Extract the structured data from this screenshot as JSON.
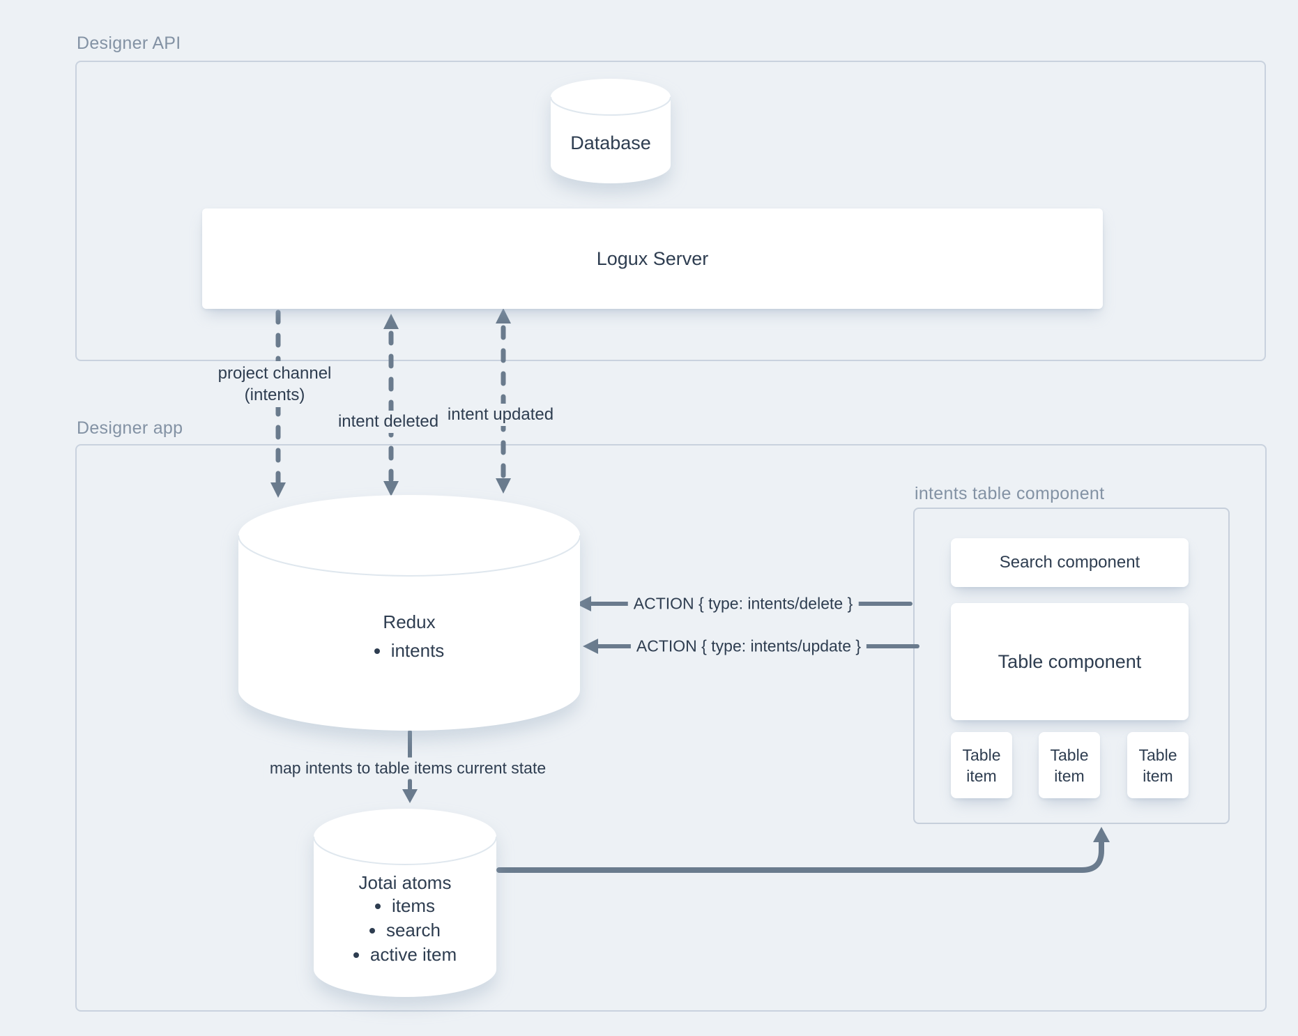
{
  "diagram": {
    "regions": {
      "designer_api": "Designer API",
      "designer_app": "Designer app",
      "intents_table": "intents table component"
    },
    "nodes": {
      "database": "Database",
      "logux_server": "Logux Server",
      "redux_title": "Redux",
      "redux_items": [
        "intents"
      ],
      "jotai_title": "Jotai atoms",
      "jotai_items": [
        "items",
        "search",
        "active item"
      ],
      "search_component": "Search component",
      "table_component": "Table component",
      "table_items": [
        "Table item",
        "Table item",
        "Table item"
      ]
    },
    "edges": {
      "project_channel_line1": "project channel",
      "project_channel_line2": "(intents)",
      "intent_deleted": "intent deleted",
      "intent_updated": "intent updated",
      "action_delete": "ACTION { type: intents/delete }",
      "action_update": "ACTION { type: intents/update }",
      "map_intents": "map intents to table items current state"
    },
    "colors": {
      "background": "#edf1f5",
      "node_fill": "#ffffff",
      "region_border": "#c9d2de",
      "arrow": "#6a7b8d",
      "text_dark": "#2e3d50",
      "text_muted": "#8392a4"
    }
  }
}
